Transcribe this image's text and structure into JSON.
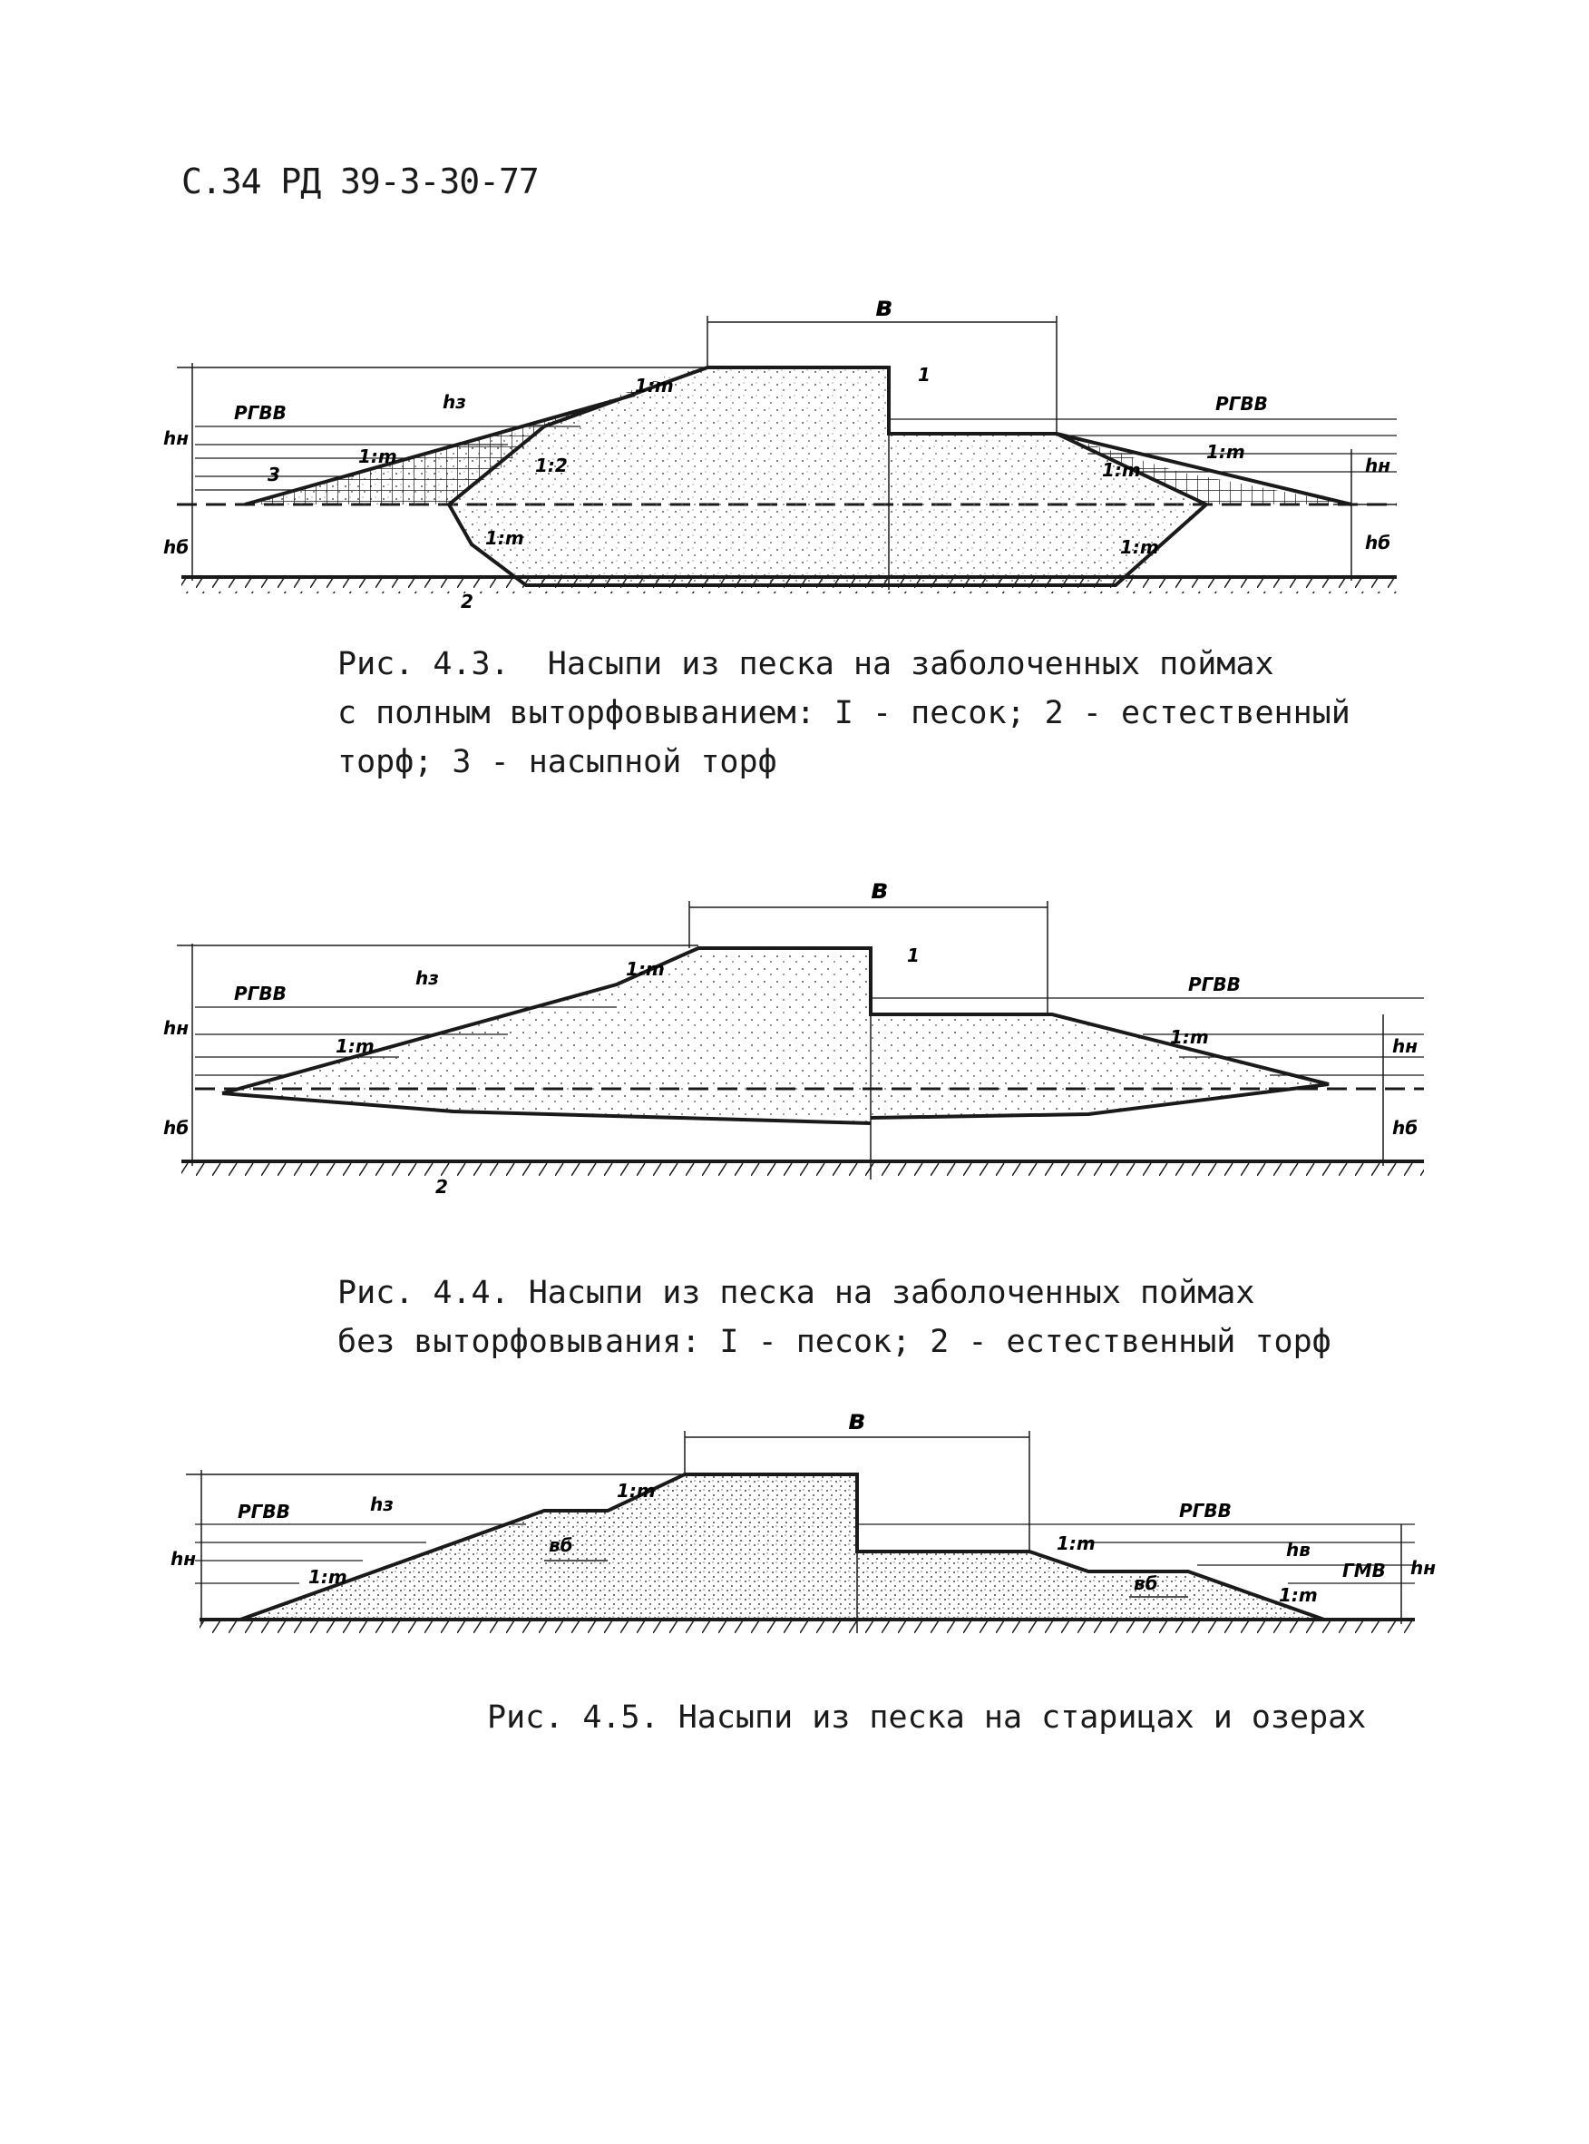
{
  "header": {
    "doc_id": "С.34 РД 39-3-30-77"
  },
  "figures": [
    {
      "id": "fig-4-3",
      "caption_lines": [
        "Рис. 4.3.  Насыпи из песка на заболоченных поймах",
        "с полным выторфовыванием: I - песок; 2 - естественный",
        "торф; 3 - насыпной торф"
      ],
      "labels": {
        "b": "в",
        "rgvv_left": "РГВВ",
        "rgvv_right": "РГВВ",
        "hn_left": "hн",
        "hn_right": "hн",
        "hb_left": "hб",
        "hb_right": "hб",
        "mark1": "1",
        "mark2": "2",
        "mark3": "3",
        "slope_left": "1:m",
        "slope_top": "1:m",
        "slope_mid": "1:2",
        "slope_low": "1:m",
        "slope_right": "1:m",
        "slope_right2": "1:m",
        "slope_right3": "1:m",
        "freeboard": "hз"
      }
    },
    {
      "id": "fig-4-4",
      "caption_lines": [
        "Рис. 4.4. Насыпи из песка на заболоченных поймах",
        "без выторфовывания: I - песок; 2 - естественный торф"
      ],
      "labels": {
        "b": "в",
        "rgvv_left": "РГВВ",
        "rgvv_right": "РГВВ",
        "hn_left": "hн",
        "hn_right": "hн",
        "hb_left": "hб",
        "hb_right": "hб",
        "mark1": "1",
        "mark2": "2",
        "slope_left": "1:m",
        "slope_top": "1:m",
        "slope_right": "1:m",
        "freeboard": "hз"
      }
    },
    {
      "id": "fig-4-5",
      "caption_lines": [
        "Рис. 4.5. Насыпи из песка на старицах и озерах"
      ],
      "labels": {
        "b": "в",
        "rgvv_left": "РГВВ",
        "rgvv_right": "РГВВ",
        "gmv": "ГМВ",
        "hn_left": "hн",
        "hn_right": "hн",
        "bb_left": "вб",
        "bb_right": "вб",
        "slope_left": "1:m",
        "slope_top": "1:m",
        "slope_right": "1:m",
        "slope_right2": "1:m",
        "freeboard": "hз",
        "hv": "hв"
      }
    }
  ],
  "colors": {
    "ink": "#1a1a1a",
    "paper": "#ffffff",
    "sand": "#ececec"
  }
}
